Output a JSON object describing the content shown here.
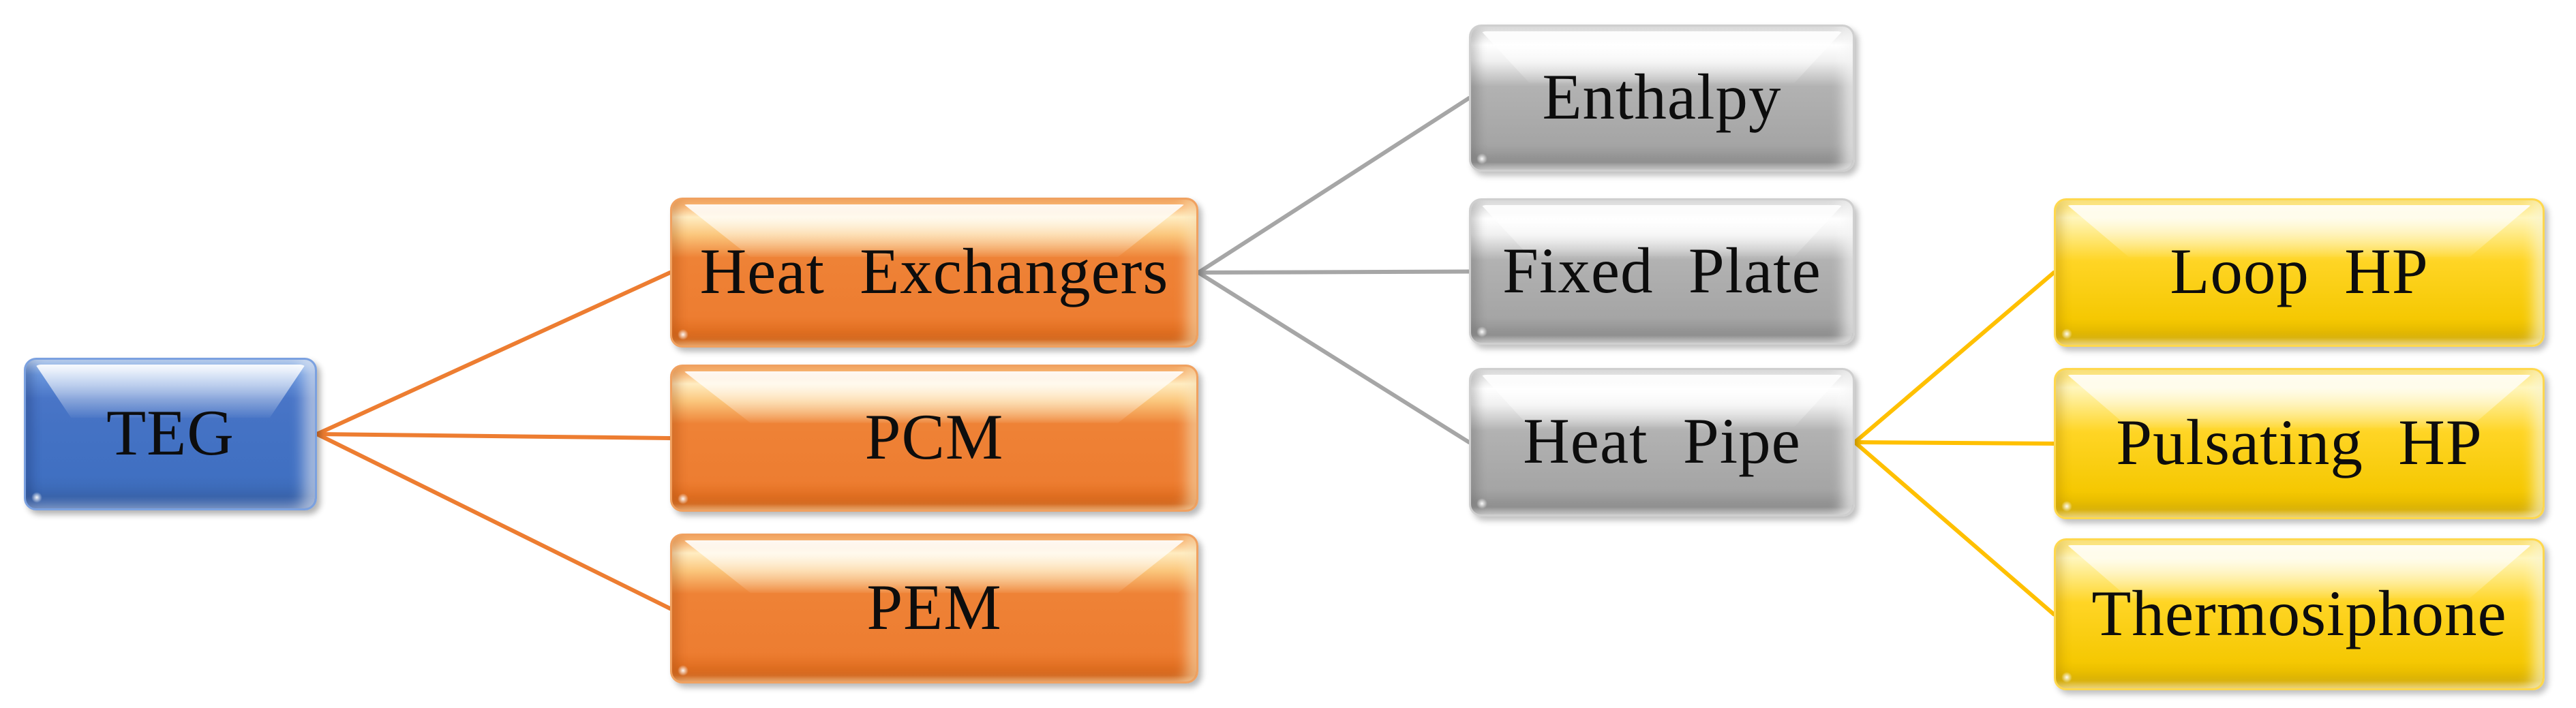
{
  "diagram": {
    "type": "hierarchy-flowchart",
    "direction": "left-to-right",
    "background": "#FFFFFF"
  },
  "colors": {
    "blue_node": "#4472C4",
    "orange_node": "#ED7D31",
    "gray_node": "#A5A5A5",
    "yellow_node": "#FFD21E",
    "orange_connector": "#ED7D31",
    "gray_connector": "#A6A6A6",
    "yellow_connector": "#FFC000",
    "text": "#0D0D0D"
  },
  "nodes": {
    "teg": {
      "label": "TEG",
      "color": "#4472C4",
      "level": 1
    },
    "heat_exchangers": {
      "label": "Heat Exchangers",
      "color": "#ED7D31",
      "level": 2
    },
    "pcm": {
      "label": "PCM",
      "color": "#ED7D31",
      "level": 2
    },
    "pem": {
      "label": "PEM",
      "color": "#ED7D31",
      "level": 2
    },
    "enthalpy": {
      "label": "Enthalpy",
      "color": "#A5A5A5",
      "level": 3
    },
    "fixed_plate": {
      "label": "Fixed Plate",
      "color": "#A5A5A5",
      "level": 3
    },
    "heat_pipe": {
      "label": "Heat Pipe",
      "color": "#A5A5A5",
      "level": 3
    },
    "loop_hp": {
      "label": "Loop HP",
      "color": "#FFD21E",
      "level": 4
    },
    "pulsating_hp": {
      "label": "Pulsating HP",
      "color": "#FFD21E",
      "level": 4
    },
    "thermosiphone": {
      "label": "Thermosiphone",
      "color": "#FFD21E",
      "level": 4
    }
  },
  "edges": [
    {
      "from": "teg",
      "to": "heat_exchangers",
      "color": "#ED7D31"
    },
    {
      "from": "teg",
      "to": "pcm",
      "color": "#ED7D31"
    },
    {
      "from": "teg",
      "to": "pem",
      "color": "#ED7D31"
    },
    {
      "from": "heat_exchangers",
      "to": "enthalpy",
      "color": "#A6A6A6"
    },
    {
      "from": "heat_exchangers",
      "to": "fixed_plate",
      "color": "#A6A6A6"
    },
    {
      "from": "heat_exchangers",
      "to": "heat_pipe",
      "color": "#A6A6A6"
    },
    {
      "from": "heat_pipe",
      "to": "loop_hp",
      "color": "#FFC000"
    },
    {
      "from": "heat_pipe",
      "to": "pulsating_hp",
      "color": "#FFC000"
    },
    {
      "from": "heat_pipe",
      "to": "thermosiphone",
      "color": "#FFC000"
    }
  ]
}
